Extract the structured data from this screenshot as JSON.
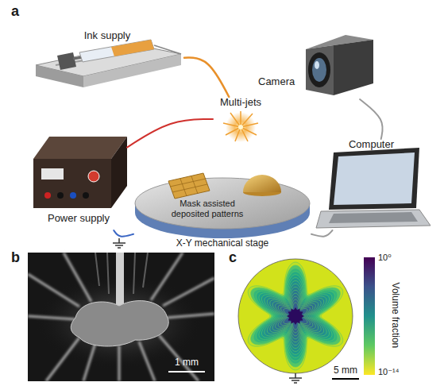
{
  "diagram": {
    "nodes": [
      {
        "text": [
          "Ink supply"
        ]
      },
      {
        "text": [
          "Camera"
        ]
      },
      {
        "text": [
          "Multi-jets"
        ]
      },
      {
        "text": [
          "Computer"
        ]
      },
      {
        "text": [
          "Power supply"
        ]
      },
      {
        "text": [
          "Mask assisted deposited patterns",
          "X-Y mechanical stage"
        ]
      }
    ],
    "edges": [
      {
        "from": 0,
        "to": 2,
        "arrow": "none"
      },
      {
        "from": 4,
        "to": 2,
        "arrow": "none"
      },
      {
        "from": 4,
        "to": 5,
        "arrow": "none"
      },
      {
        "from": 1,
        "to": 3,
        "arrow": "none"
      },
      {
        "from": 3,
        "to": 5,
        "arrow": "none"
      }
    ],
    "labels": [
      "a",
      "b",
      "1 mm",
      "c",
      "5 mm",
      "Volume fraction",
      "10⁰",
      "10⁻¹⁴"
    ]
  }
}
